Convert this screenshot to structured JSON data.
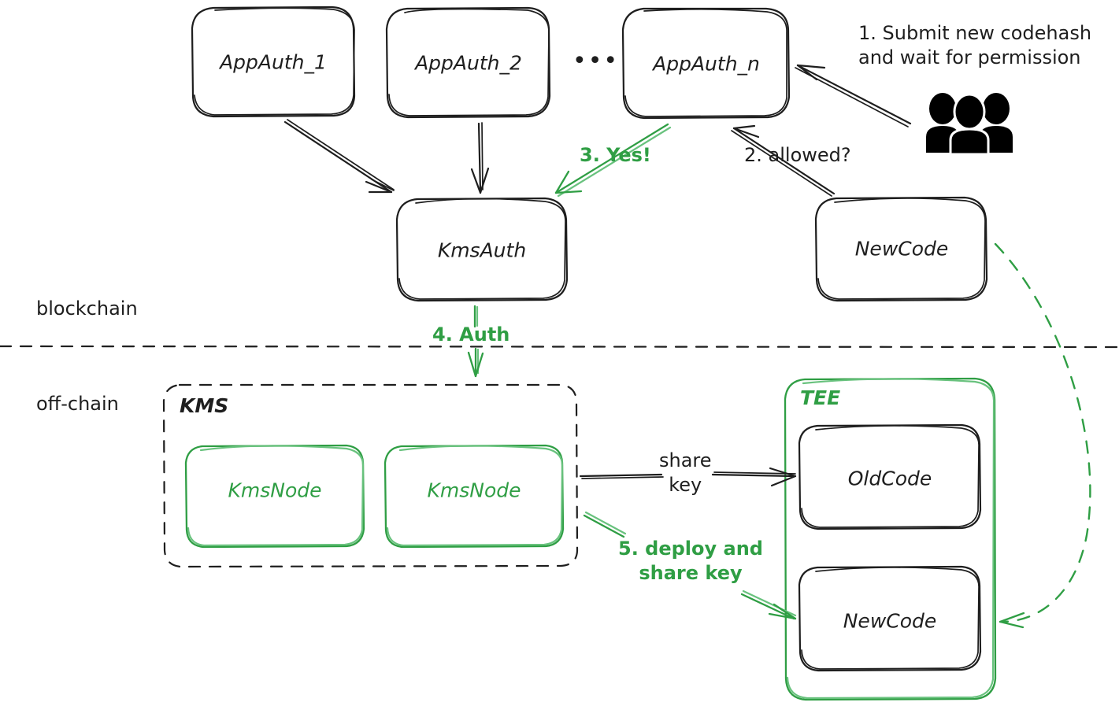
{
  "diagram": {
    "title": "KMS code upgrade authorization flow",
    "colors": {
      "ink": "#1e1e1e",
      "green": "#2f9e44",
      "green_light": "#69c27e",
      "background": "#ffffff"
    },
    "zones": [
      {
        "id": "blockchain",
        "label": "blockchain"
      },
      {
        "id": "offchain",
        "label": "off-chain"
      }
    ],
    "nodes": [
      {
        "id": "appauth1",
        "label": "AppAuth_1",
        "color": "ink",
        "zone": "blockchain"
      },
      {
        "id": "appauth2",
        "label": "AppAuth_2",
        "color": "ink",
        "zone": "blockchain"
      },
      {
        "id": "appauthn",
        "label": "AppAuth_n",
        "color": "ink",
        "zone": "blockchain"
      },
      {
        "id": "kmsauth",
        "label": "KmsAuth",
        "color": "ink",
        "zone": "blockchain"
      },
      {
        "id": "newcode_chain",
        "label": "NewCode",
        "color": "ink",
        "zone": "blockchain"
      },
      {
        "id": "kmsnode1",
        "label": "KmsNode",
        "color": "green",
        "zone": "offchain"
      },
      {
        "id": "kmsnode2",
        "label": "KmsNode",
        "color": "green",
        "zone": "offchain"
      },
      {
        "id": "oldcode",
        "label": "OldCode",
        "color": "ink",
        "zone": "offchain"
      },
      {
        "id": "newcode_tee",
        "label": "NewCode",
        "color": "ink",
        "zone": "offchain"
      }
    ],
    "groups": [
      {
        "id": "kms",
        "label": "KMS",
        "style": "dashed",
        "color": "ink"
      },
      {
        "id": "tee",
        "label": "TEE",
        "style": "solid",
        "color": "green"
      }
    ],
    "ellipsis": "•••",
    "actor_icon": "people-group-icon",
    "steps": [
      {
        "id": "step1",
        "text": "1. Submit new codehash\nand wait for permission",
        "color": "ink"
      },
      {
        "id": "step2",
        "text": "2. allowed?",
        "color": "ink"
      },
      {
        "id": "step3",
        "text": "3. Yes!",
        "color": "green"
      },
      {
        "id": "step4",
        "text": "4. Auth",
        "color": "green"
      },
      {
        "id": "step5",
        "text": "5. deploy and\nshare key",
        "color": "green"
      },
      {
        "id": "sharekey",
        "text": "share\nkey",
        "color": "ink"
      }
    ]
  }
}
